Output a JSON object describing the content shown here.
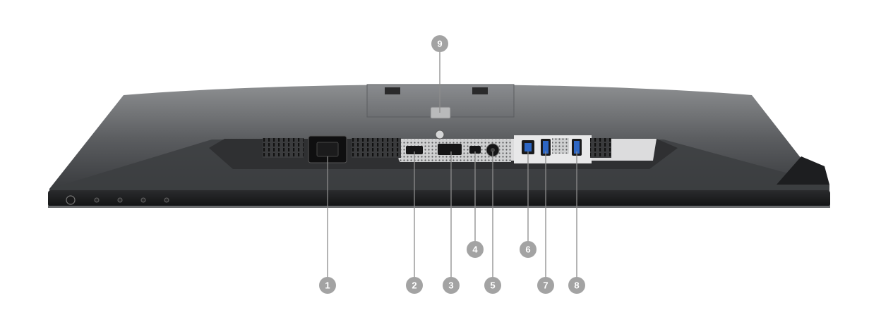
{
  "diagram": {
    "subject": "monitor-bottom-ports",
    "callout_color": "#a3a3a3",
    "line_color": "#8c8c8c",
    "callouts": [
      {
        "label": "1",
        "port": "ac-power-connector"
      },
      {
        "label": "2",
        "port": "hdmi-port"
      },
      {
        "label": "3",
        "port": "displayport-in"
      },
      {
        "label": "4",
        "port": "mini-displayport"
      },
      {
        "label": "5",
        "port": "audio-line-out"
      },
      {
        "label": "6",
        "port": "usb-upstream-port"
      },
      {
        "label": "7",
        "port": "usb-downstream-port"
      },
      {
        "label": "8",
        "port": "usb-downstream-port"
      },
      {
        "label": "9",
        "port": "stand-lock"
      }
    ]
  }
}
